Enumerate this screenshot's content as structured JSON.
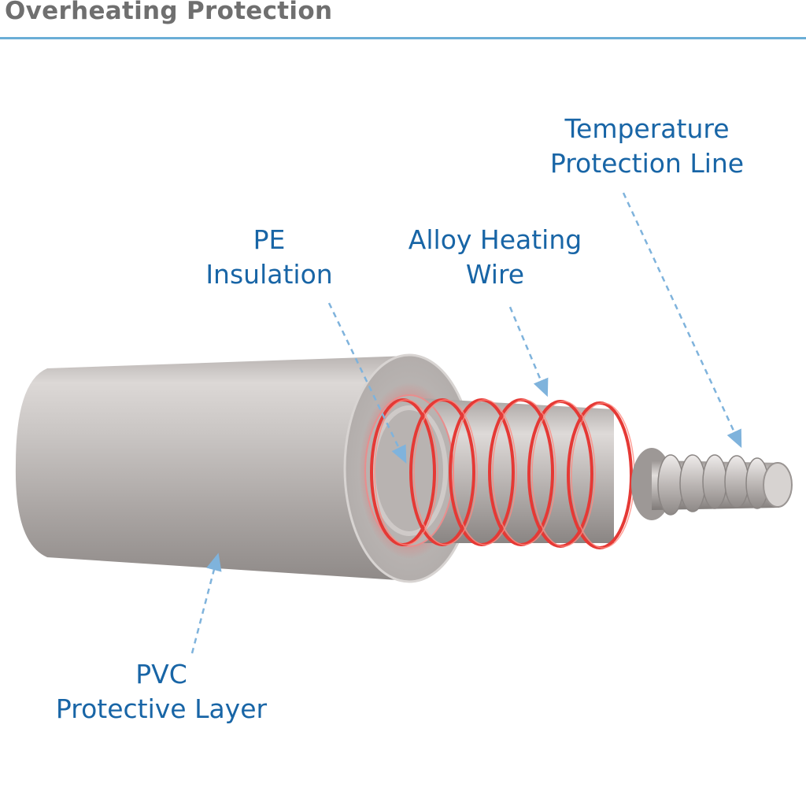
{
  "header": {
    "title": "Overheating Protection",
    "rule_color": "#6aaed6"
  },
  "diagram": {
    "subject": "heating-cable-cross-section",
    "label_color": "#1865a6",
    "leader_color": "#7fb3dc",
    "wire_color": "#e53935",
    "labels": {
      "temperature": {
        "line1": "Temperature",
        "line2": "Protection Line"
      },
      "pe": {
        "line1": "PE",
        "line2": "Insulation"
      },
      "alloy": {
        "line1": "Alloy Heating",
        "line2": "Wire"
      },
      "pvc": {
        "line1": "PVC",
        "line2": "Protective Layer"
      }
    }
  }
}
